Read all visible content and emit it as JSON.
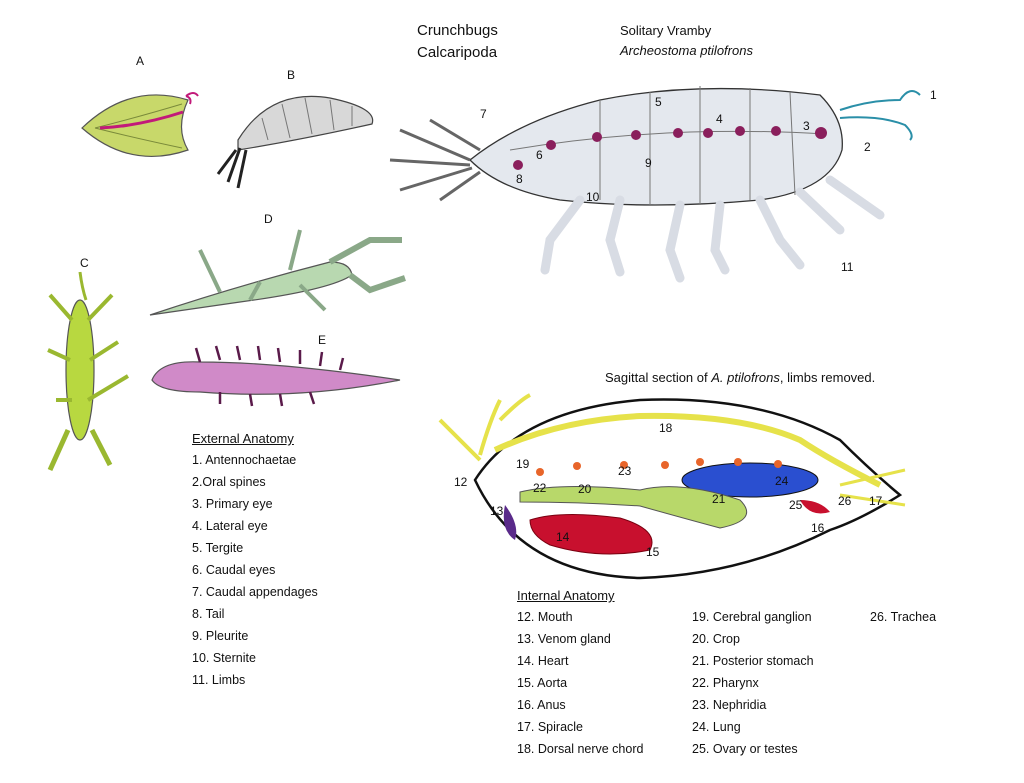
{
  "header": {
    "title": "Crunchbugs",
    "subtitle": "Calcaripoda",
    "species_common": "Solitary Vramby",
    "species_latin": "Archeostoma ptilofrons"
  },
  "specimens": {
    "a": "A",
    "b": "B",
    "c": "C",
    "d": "D",
    "e": "E"
  },
  "external_callouts": [
    "1",
    "2",
    "3",
    "4",
    "5",
    "6",
    "7",
    "8",
    "9",
    "10",
    "11"
  ],
  "section_caption": {
    "prefix": "Sagittal section of ",
    "italic": "A. ptilofrons",
    "suffix": ", limbs removed."
  },
  "internal_callouts": [
    "12",
    "13",
    "14",
    "15",
    "16",
    "17",
    "18",
    "19",
    "20",
    "21",
    "22",
    "23",
    "24",
    "25",
    "26"
  ],
  "external_anatomy": {
    "heading": "External Anatomy",
    "items": [
      "1. Antennochaetae",
      "2.Oral spines",
      "3. Primary eye",
      "4. Lateral eye",
      "5. Tergite",
      "6. Caudal eyes",
      "7. Caudal appendages",
      "8. Tail",
      "9. Pleurite",
      "10. Sternite",
      "11. Limbs"
    ]
  },
  "internal_anatomy": {
    "heading": "Internal Anatomy",
    "col1": [
      "12. Mouth",
      "13. Venom gland",
      "14. Heart",
      "15. Aorta",
      "16.  Anus",
      "17. Spiracle",
      "18. Dorsal nerve chord"
    ],
    "col2": [
      "19. Cerebral ganglion",
      "20. Crop",
      "21. Posterior stomach",
      "22. Pharynx",
      "23. Nephridia",
      "24. Lung",
      "25. Ovary or testes"
    ],
    "col3": [
      "26. Trachea"
    ]
  },
  "colors": {
    "shell": "#e4e8ee",
    "eye": "#8a1f5c",
    "antenna": "#2a8fa8",
    "nerve": "#e6e24a",
    "crop": "#b8d86a",
    "heart": "#c8102e",
    "lung": "#2a4fd0",
    "nephridia": "#e8652a",
    "venom": "#5a2a8a",
    "specimen_a": "#c8d86a",
    "specimen_c": "#b8d840",
    "specimen_d": "#b8d8b0",
    "specimen_e": "#d08ac8"
  }
}
